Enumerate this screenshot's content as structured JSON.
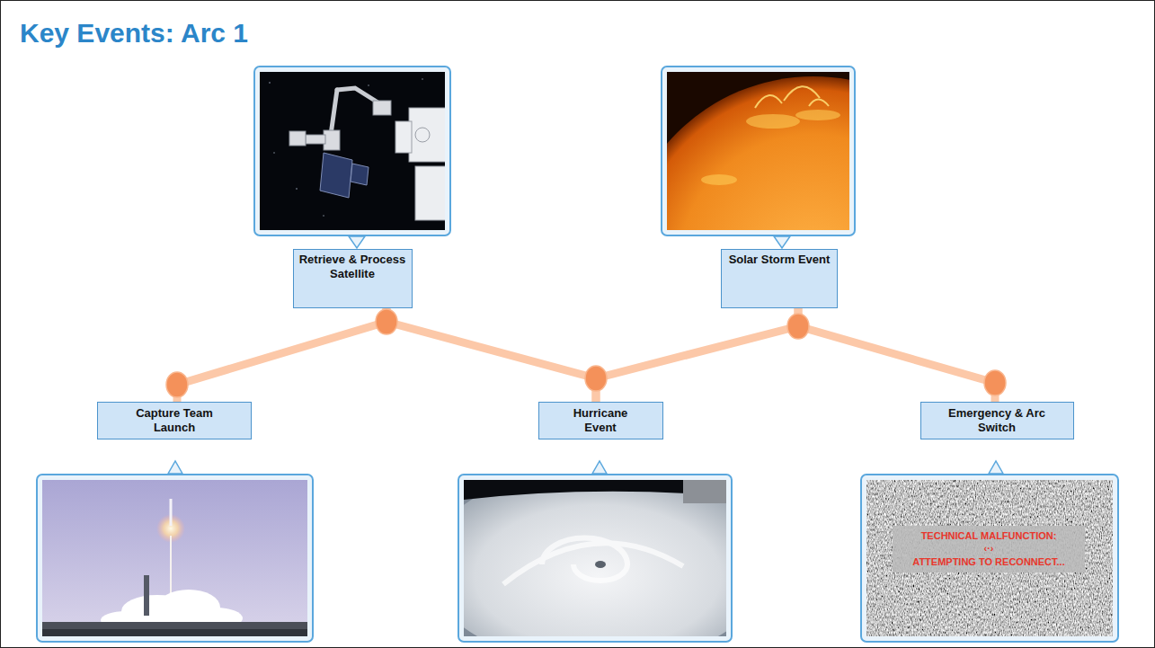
{
  "diagram": {
    "title": "Key Events: Arc 1",
    "nodes": [
      {
        "text": [
          "Capture Team Launch"
        ]
      },
      {
        "text": [
          "Retrieve & Process Satellite"
        ]
      },
      {
        "text": [
          "Hurricane Event"
        ]
      },
      {
        "text": [
          "Solar Storm Event"
        ]
      },
      {
        "text": [
          "Emergency & Arc Switch"
        ]
      }
    ],
    "edges": [
      {
        "from": 0,
        "to": 1,
        "arrow": "none"
      },
      {
        "from": 1,
        "to": 2,
        "arrow": "none"
      },
      {
        "from": 2,
        "to": 3,
        "arrow": "none"
      },
      {
        "from": 3,
        "to": 4,
        "arrow": "none"
      }
    ],
    "labels": [
      "TECHNICAL MALFUNCTION:",
      "‹·›",
      "ATTEMPTING TO RECONNECT..."
    ]
  }
}
